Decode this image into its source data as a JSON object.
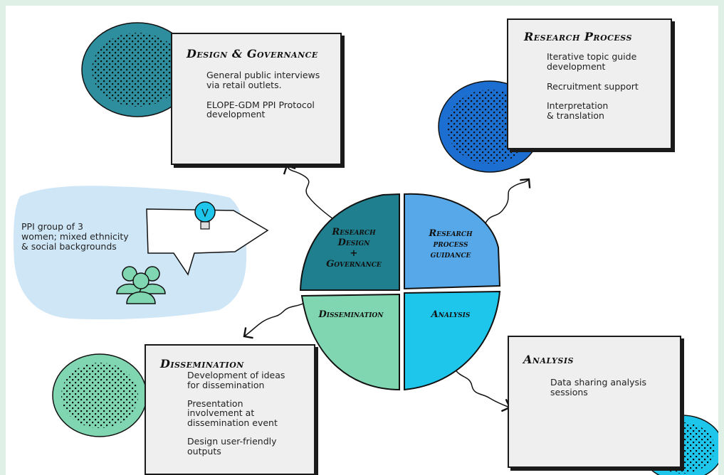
{
  "colors": {
    "page_bg": "#dff1e6",
    "teal": "#2e8e9e",
    "dark_teal": "#1f7f8e",
    "blue": "#1c6fd0",
    "light_blue": "#56a8e8",
    "mint": "#7fd6b0",
    "cyan": "#1fc6ec",
    "ppi_bg": "#cfe6f7"
  },
  "boxes": {
    "design": {
      "title": "Design & Governance",
      "items": [
        "General public interviews\nvia retail outlets.",
        "ELOPE-GDM PPI Protocol\ndevelopment"
      ]
    },
    "research": {
      "title": "Research Process",
      "items": [
        "Iterative topic guide\ndevelopment",
        "Recruitment support",
        "Interpretation\n& translation"
      ]
    },
    "dissemination": {
      "title": "Dissemination",
      "items": [
        "Development of ideas\nfor dissemination",
        "Presentation\ninvolvement at\ndissemination event",
        "Design user-friendly\noutputs"
      ]
    },
    "analysis": {
      "title": "Analysis",
      "items": [
        "Data sharing analysis\nsessions"
      ]
    }
  },
  "wheel": {
    "top_left": "Research\nDesign\n+\nGovernance",
    "top_right": "Research\nprocess\nguidance",
    "bottom_left": "Dissemination",
    "bottom_right": "Analysis"
  },
  "ppi": {
    "text": "PPI group of 3\nwomen; mixed ethnicity\n& social backgrounds",
    "icons": [
      "lightbulb-icon",
      "people-icon"
    ]
  }
}
